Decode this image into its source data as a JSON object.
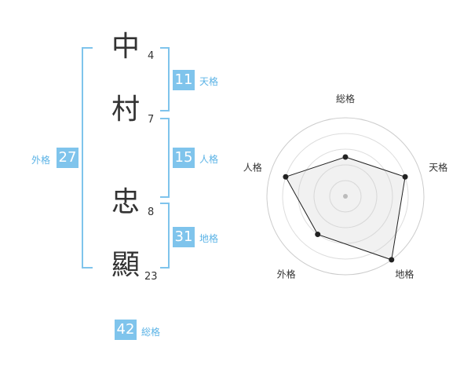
{
  "name": {
    "chars": [
      {
        "char": "中",
        "strokes": "4"
      },
      {
        "char": "村",
        "strokes": "7"
      },
      {
        "char": "忠",
        "strokes": "8"
      },
      {
        "char": "顯",
        "strokes": "23"
      }
    ]
  },
  "fortune": {
    "tenkaku": {
      "value": "11",
      "label": "天格"
    },
    "jinkaku": {
      "value": "15",
      "label": "人格"
    },
    "chikaku": {
      "value": "31",
      "label": "地格"
    },
    "gaikaku": {
      "value": "27",
      "label": "外格"
    },
    "soukaku": {
      "value": "42",
      "label": "総格"
    }
  },
  "colors": {
    "accent": "#7fc4ec",
    "label": "#5bb3e6"
  },
  "chart_data": {
    "type": "radar",
    "categories": [
      "総格",
      "天格",
      "地格",
      "外格",
      "人格"
    ],
    "values": [
      0.5,
      0.8,
      1.0,
      0.6,
      0.8
    ],
    "range": [
      0,
      1
    ],
    "grid": true
  }
}
